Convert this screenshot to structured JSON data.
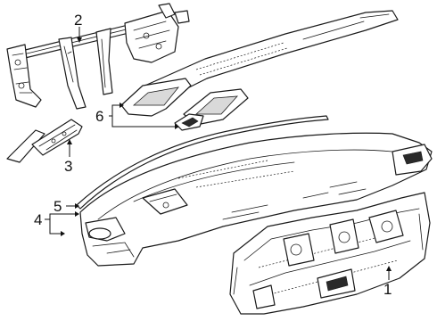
{
  "callouts": {
    "c1": "1",
    "c2": "2",
    "c3": "3",
    "c4": "4",
    "c5": "5",
    "c6": "6"
  },
  "parts": [
    {
      "callout": "1",
      "name": "instrument-panel-carrier"
    },
    {
      "callout": "2",
      "name": "cross-car-beam"
    },
    {
      "callout": "3",
      "name": "side-bracket"
    },
    {
      "callout": "4",
      "name": "instrument-panel"
    },
    {
      "callout": "5",
      "name": "weatherstrip"
    },
    {
      "callout": "6",
      "name": "upper-trim-panels"
    }
  ],
  "colors": {
    "line": "#1a1a1a",
    "background": "#ffffff"
  }
}
